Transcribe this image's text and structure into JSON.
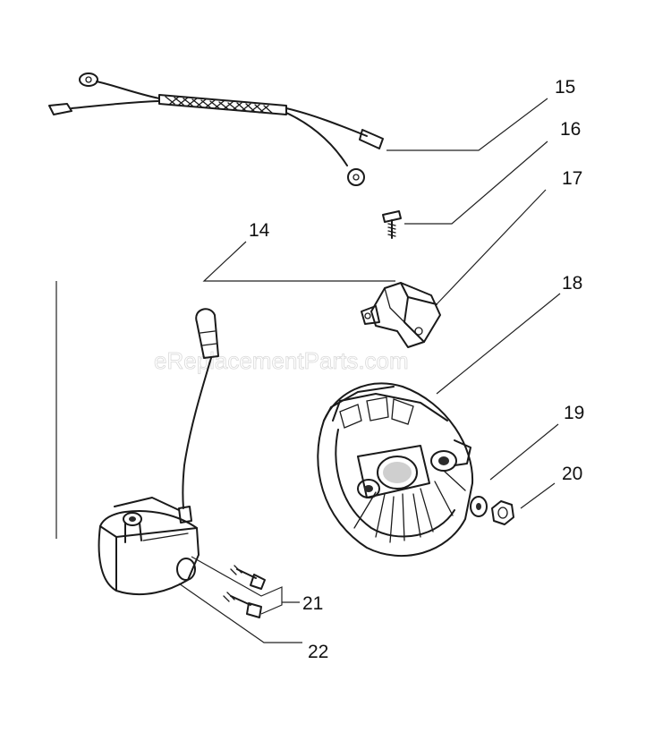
{
  "watermark": "eReplacementParts.com",
  "callouts": {
    "c14": "14",
    "c15": "15",
    "c16": "16",
    "c17": "17",
    "c18": "18",
    "c19": "19",
    "c20": "20",
    "c21": "21",
    "c22": "22"
  }
}
